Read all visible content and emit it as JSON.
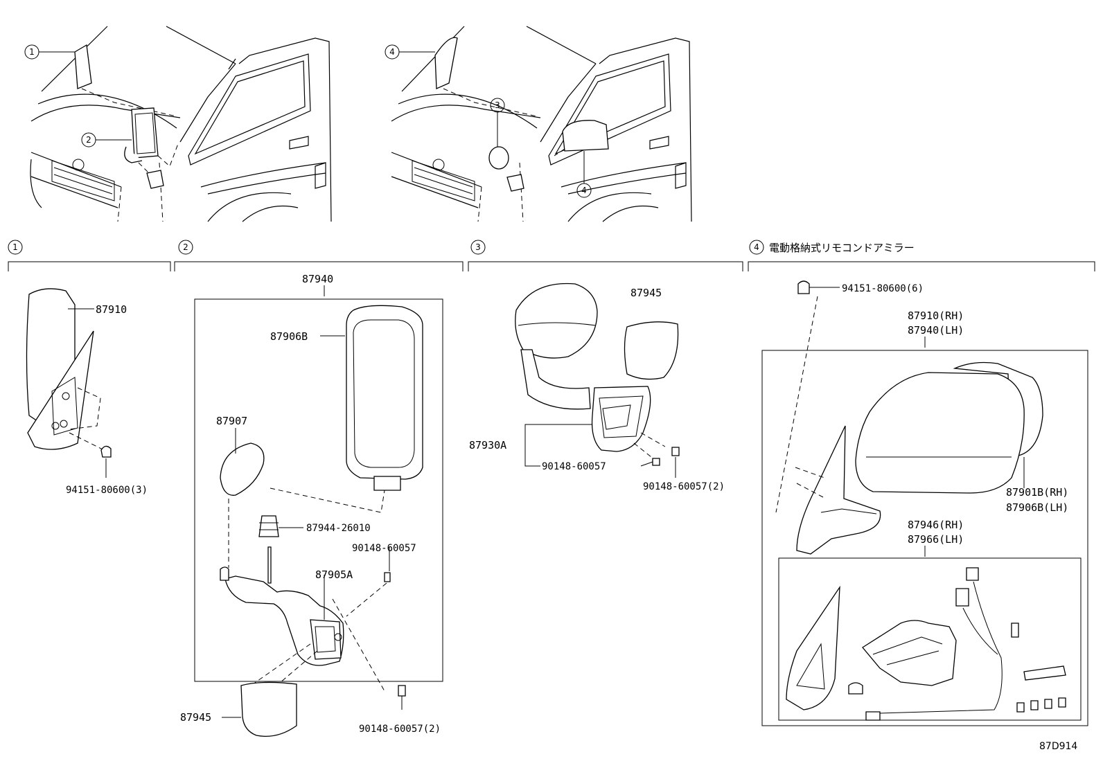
{
  "sections": [
    {
      "key": "s1",
      "marker": "1",
      "title": ""
    },
    {
      "key": "s2",
      "marker": "2",
      "title": ""
    },
    {
      "key": "s3",
      "marker": "3",
      "title": ""
    },
    {
      "key": "s4",
      "marker": "4",
      "title": "電動格納式リモコンドアミラー"
    }
  ],
  "overview_markers": {
    "left": [
      "1",
      "2"
    ],
    "right": [
      "4",
      "3",
      "4"
    ]
  },
  "labels": {
    "s1_mirror": "87910",
    "s1_nut": "94151-80600(3)",
    "s2_assy": "87940",
    "s2_mirror_outer": "87906B",
    "s2_under_mirror": "87907",
    "s2_grommet": "87944-26010",
    "s2_screw1": "90148-60057",
    "s2_bracket": "87905A",
    "s2_cover": "87945",
    "s2_screw2": "90148-60057(2)",
    "s3_cover": "87945",
    "s3_assy": "87930A",
    "s3_screw1": "90148-60057",
    "s3_screw2": "90148-60057(2)",
    "s4_nut": "94151-80600(6)",
    "s4_assy_rh": "87910(RH)",
    "s4_assy_lh": "87940(LH)",
    "s4_outer_rh": "87901B(RH)",
    "s4_outer_lh": "87906B(LH)",
    "s4_motor_rh": "87946(RH)",
    "s4_motor_lh": "87966(LH)"
  },
  "figure_id": "87D914"
}
